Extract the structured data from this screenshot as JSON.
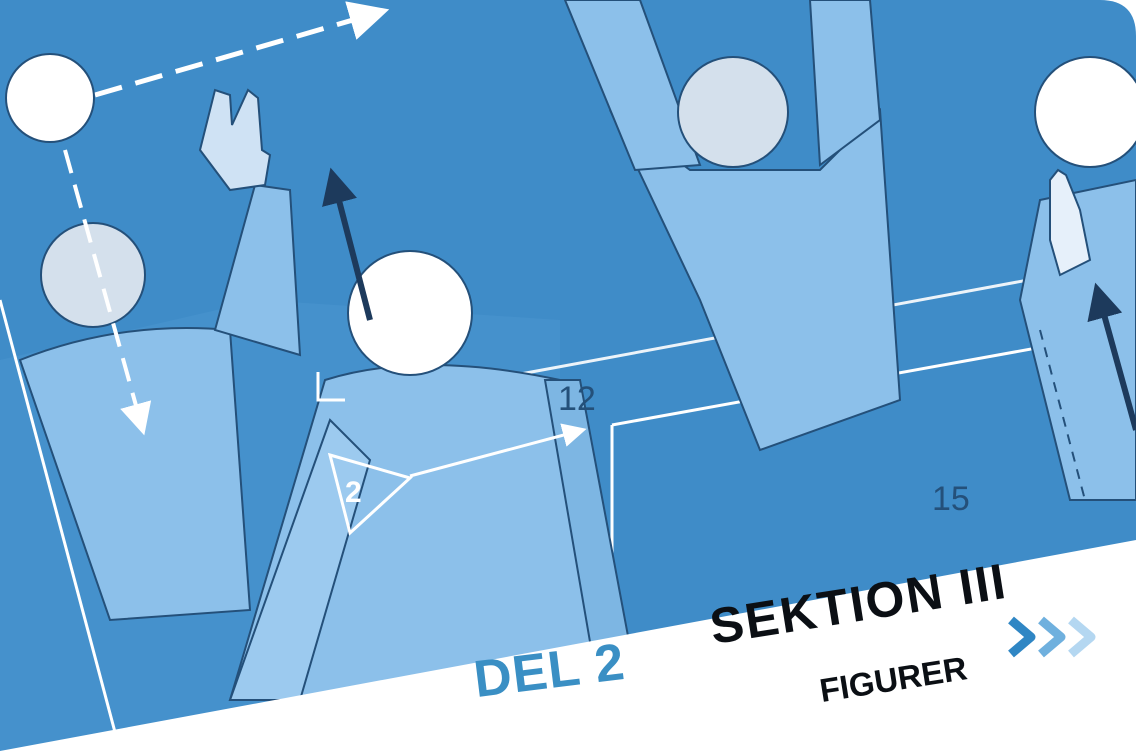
{
  "card": {
    "part_label": "DEL 2",
    "section_label": "SEKTION III",
    "subtitle": "FIGURER"
  },
  "illustration": {
    "position_labels": [
      "12",
      "15"
    ],
    "marker_number": "2",
    "chevrons": "arrow-chevrons-icon"
  },
  "colors": {
    "court_dark": "#3f8cc8",
    "court_mid": "#5aa3d8",
    "body_light": "#8cc0ea",
    "head_white": "#ffffff",
    "head_grey": "#d4e0ec",
    "outline": "#24507a",
    "banner_white": "#ffffff",
    "del_blue": "#3a8fc4",
    "text_black": "#0b0f14"
  }
}
